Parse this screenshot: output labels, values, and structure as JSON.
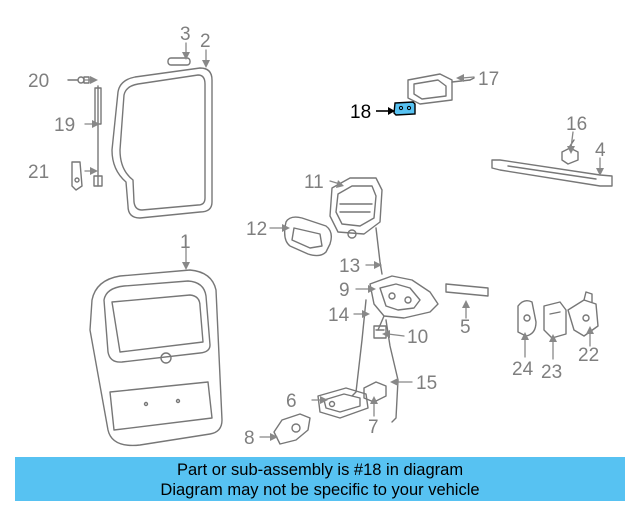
{
  "callouts": {
    "c1": "1",
    "c2": "2",
    "c3": "3",
    "c4": "4",
    "c5": "5",
    "c6": "6",
    "c7": "7",
    "c8": "8",
    "c9": "9",
    "c10": "10",
    "c11": "11",
    "c12": "12",
    "c13": "13",
    "c14": "14",
    "c15": "15",
    "c16": "16",
    "c17": "17",
    "c18": "18",
    "c19": "19",
    "c20": "20",
    "c21": "21",
    "c22": "22",
    "c23": "23",
    "c24": "24"
  },
  "highlight": {
    "part": "18",
    "color": "#57c2f2"
  },
  "banner": {
    "line1": "Part or sub-assembly is #18 in diagram",
    "line2": "Diagram may not be specific to your vehicle",
    "color": "#57c2f2"
  }
}
